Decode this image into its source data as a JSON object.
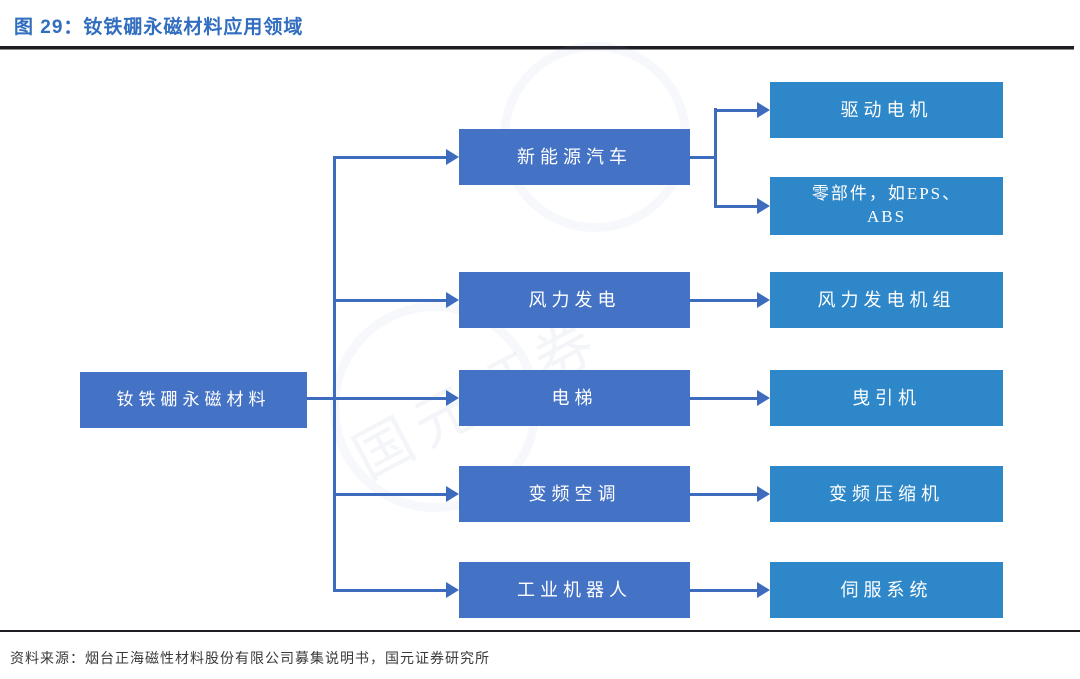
{
  "title": "图 29：钕铁硼永磁材料应用领域",
  "diagram": {
    "root": "钕铁硼永磁材料",
    "rows": [
      {
        "mid": "新能源汽车",
        "right": [
          "驱动电机",
          "零部件，如EPS、\nABS"
        ]
      },
      {
        "mid": "风力发电",
        "right": [
          "风力发电机组"
        ]
      },
      {
        "mid": "电梯",
        "right": [
          "曳引机"
        ]
      },
      {
        "mid": "变频空调",
        "right": [
          "变频压缩机"
        ]
      },
      {
        "mid": "工业机器人",
        "right": [
          "伺服系统"
        ]
      }
    ]
  },
  "watermark_text": "国元证券",
  "source": "资料来源：烟台正海磁性材料股份有限公司募集说明书，国元证券研究所",
  "colors": {
    "title": "#326EBF",
    "mid_box": "#4472C4",
    "right_box": "#2E87C9",
    "line": "#3D6BBE",
    "rule": "#1E1E24",
    "source_text": "#3A3A3A"
  }
}
